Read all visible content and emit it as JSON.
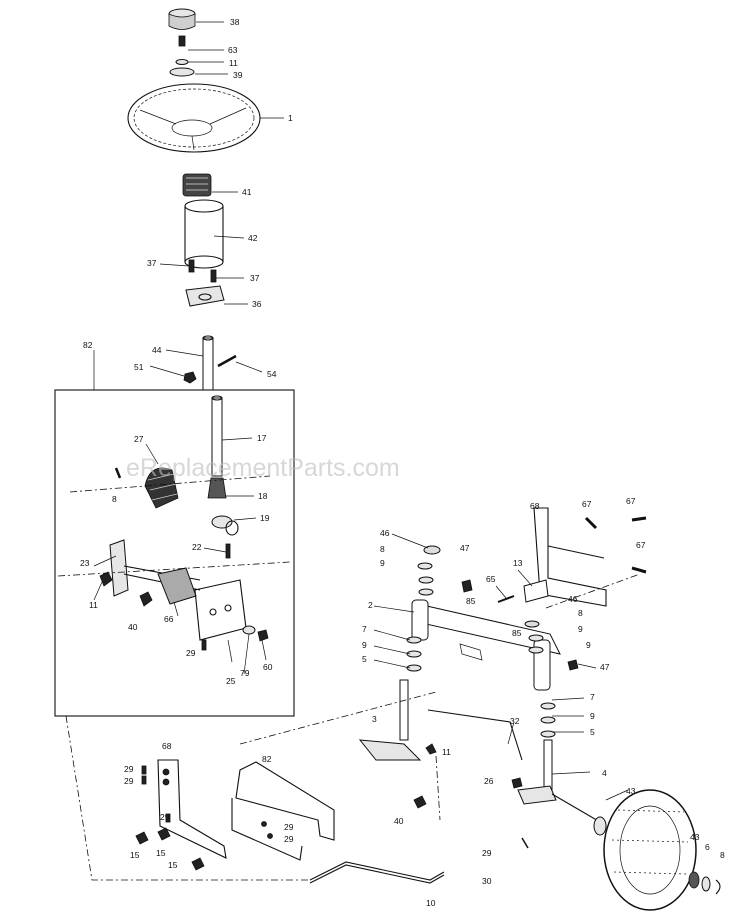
{
  "watermark": "eReplacementParts.com",
  "callouts": [
    "38",
    "63",
    "11",
    "39",
    "1",
    "41",
    "42",
    "37",
    "37",
    "36",
    "82",
    "44",
    "51",
    "54",
    "17",
    "27",
    "8",
    "18",
    "19",
    "22",
    "23",
    "11",
    "40",
    "66",
    "29",
    "25",
    "79",
    "60",
    "46",
    "8",
    "9",
    "47",
    "65",
    "13",
    "68",
    "67",
    "67",
    "67",
    "2",
    "85",
    "46",
    "8",
    "9",
    "7",
    "9",
    "5",
    "85",
    "9",
    "47",
    "7",
    "9",
    "5",
    "3",
    "11",
    "32",
    "40",
    "26",
    "4",
    "68",
    "29",
    "29",
    "82",
    "15",
    "15",
    "15",
    "29",
    "29",
    "29",
    "43",
    "43",
    "6",
    "8",
    "29",
    "10",
    "30"
  ]
}
